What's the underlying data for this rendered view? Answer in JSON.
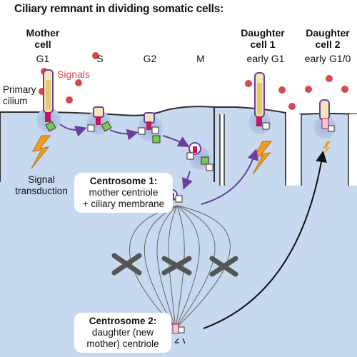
{
  "title": "Ciliary remnant in dividing somatic cells:",
  "headers": {
    "mother_cell": [
      "Mother",
      "cell"
    ],
    "daughter_cell_1": [
      "Daughter",
      "cell 1"
    ],
    "daughter_cell_2": [
      "Daughter",
      "cell 2"
    ]
  },
  "phases": {
    "g1": "G1",
    "s": "S",
    "g2": "G2",
    "m": "M",
    "early_g1": "early G1",
    "early_g1_0": "early G1/0"
  },
  "labels": {
    "signals": "Signals",
    "primary_cilium": [
      "Primary",
      "cilium"
    ],
    "signal_transduction": [
      "Signal",
      "transduction"
    ]
  },
  "centrosome1": {
    "title": "Centrosome 1:",
    "line1": "mother centriole",
    "line2": "+ ciliary membrane"
  },
  "centrosome2": {
    "title": "Centrosome 2:",
    "line1": "daughter (new",
    "line2": "mother) centriole"
  },
  "colors": {
    "cell": "#c6d9ee",
    "cell_edge": "#2e2e2e",
    "signal_dot": "#d9484c",
    "arrow": "#6b3fa0",
    "bolt": "#f0a020",
    "cilium": "#f5e7b5",
    "centriole_magenta": "#c2185b",
    "centriole_green": "#7ec850",
    "chromosome": "#555555"
  }
}
